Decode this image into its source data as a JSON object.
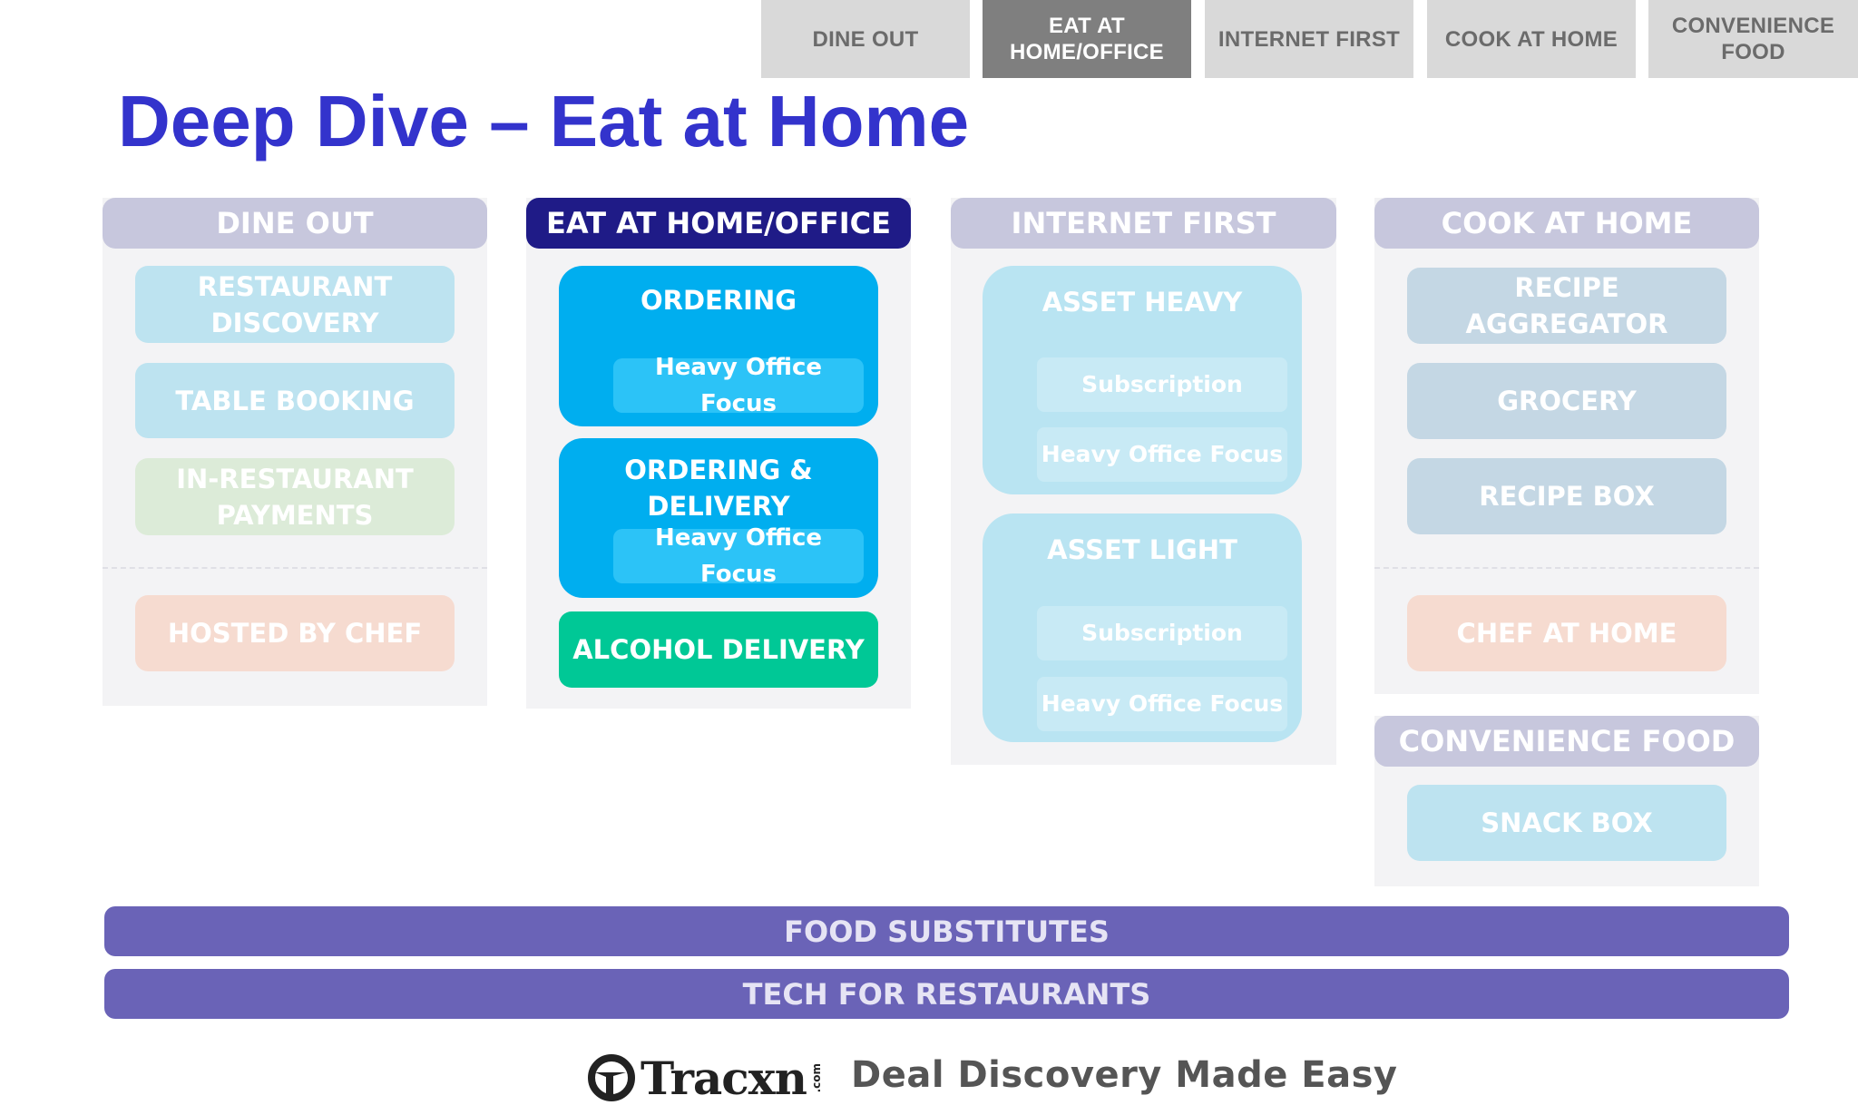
{
  "nav": {
    "tabs": [
      {
        "label": "DINE OUT",
        "active": false
      },
      {
        "label": "EAT AT HOME/OFFICE",
        "active": true
      },
      {
        "label": "INTERNET FIRST",
        "active": false
      },
      {
        "label": "COOK AT HOME",
        "active": false
      },
      {
        "label": "CONVENIENCE FOOD",
        "active": false
      }
    ]
  },
  "title": "Deep Dive – Eat at Home",
  "columns": {
    "dine_out": {
      "header": "DINE OUT",
      "items": [
        "RESTAURANT DISCOVERY",
        "TABLE BOOKING",
        "IN-RESTAURANT PAYMENTS",
        "HOSTED BY CHEF"
      ]
    },
    "eat_at_home": {
      "header": "EAT AT HOME/OFFICE",
      "ordering": {
        "label": "ORDERING",
        "sub": "Heavy Office Focus"
      },
      "ordering_delivery": {
        "label": "ORDERING & DELIVERY",
        "sub": "Heavy Office Focus"
      },
      "alcohol": "ALCOHOL DELIVERY"
    },
    "internet_first": {
      "header": "INTERNET FIRST",
      "asset_heavy": {
        "label": "ASSET HEAVY",
        "subs": [
          "Subscription",
          "Heavy Office Focus"
        ]
      },
      "asset_light": {
        "label": "ASSET LIGHT",
        "subs": [
          "Subscription",
          "Heavy Office Focus"
        ]
      }
    },
    "cook_at_home": {
      "header": "COOK AT HOME",
      "items": [
        "RECIPE AGGREGATOR",
        "GROCERY",
        "RECIPE BOX",
        "CHEF AT HOME"
      ]
    },
    "convenience_food": {
      "header": "CONVENIENCE FOOD",
      "items": [
        "SNACK BOX"
      ]
    }
  },
  "bands": [
    "FOOD SUBSTITUTES",
    "TECH  FOR RESTAURANTS"
  ],
  "footer": {
    "logo": "Tracxn",
    "logo_suffix": ".com",
    "tagline": "Deal Discovery Made Easy"
  },
  "colors": {
    "title": "#3333cc",
    "active_header": "#1f1b87",
    "ordering": "#00aeef",
    "alcohol": "#00c896",
    "band": "#6a63b7"
  }
}
